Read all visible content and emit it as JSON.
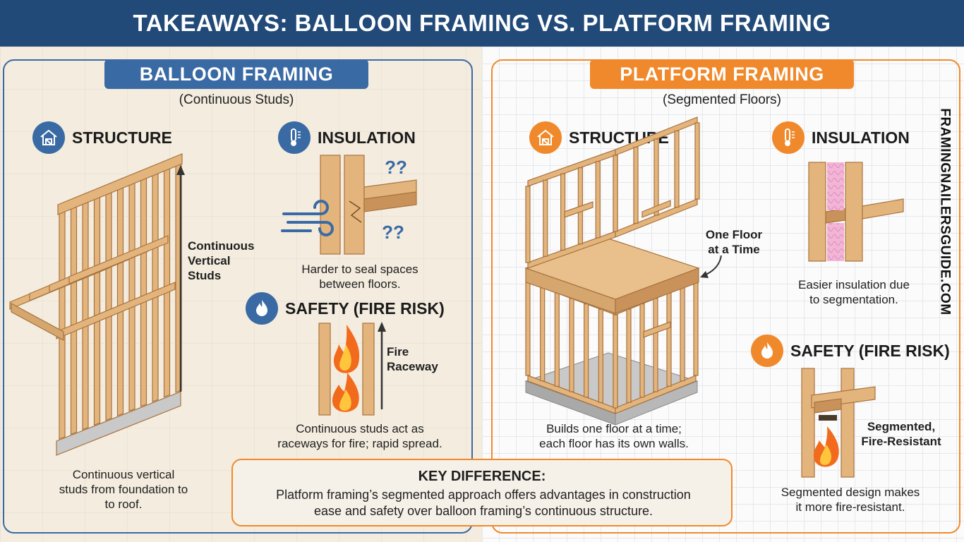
{
  "title": "TAKEAWAYS: BALLOON FRAMING VS. PLATFORM FRAMING",
  "balloon": {
    "title": "BALLOON FRAMING",
    "subtitle": "(Continuous Studs)",
    "structure": {
      "heading": "STRUCTURE",
      "annotation_lines": [
        "Continuous",
        "Vertical",
        "Studs"
      ],
      "caption_lines": [
        "Continuous vertical",
        "studs from foundation to",
        "to roof."
      ]
    },
    "insulation": {
      "heading": "INSULATION",
      "marks": [
        "??",
        "??"
      ],
      "caption_lines": [
        "Harder to seal spaces",
        "between floors."
      ]
    },
    "safety": {
      "heading": "SAFETY (FIRE RISK)",
      "annotation_lines": [
        "Fire",
        "Raceway"
      ],
      "caption_lines": [
        "Continuous studs act as",
        "raceways for fire; rapid spread."
      ]
    }
  },
  "platform": {
    "title": "PLATFORM FRAMING",
    "subtitle": "(Segmented Floors)",
    "structure": {
      "heading": "STRUCTURE",
      "annotation_lines": [
        "One Floor",
        "at a Time"
      ],
      "caption_lines": [
        "Builds one floor at a time;",
        "each floor has its own walls."
      ]
    },
    "insulation": {
      "heading": "INSULATION",
      "caption_lines": [
        "Easier insulation due",
        "to segmentation."
      ]
    },
    "safety": {
      "heading": "SAFETY (FIRE RISK)",
      "annotation_lines": [
        "Segmented,",
        "Fire-Resistant"
      ],
      "caption_lines": [
        "Segmented design makes",
        "it more fire-resistant."
      ]
    }
  },
  "key_difference": {
    "title": "KEY DIFFERENCE:",
    "body_lines": [
      "Platform framing’s segmented approach offers advantages in construction",
      "ease and safety over balloon framing’s continuous structure."
    ]
  },
  "brand": "FRAMINGNAILERSGUIDE.COM",
  "colors": {
    "title_bar": "#224a78",
    "balloon_accent": "#3a6aa4",
    "platform_accent": "#f0892b",
    "wood": "#e3b57d",
    "wood_edge": "#a8733f",
    "fire": "#f26b1d",
    "insulation": "#f2b5d6"
  },
  "icons": {
    "structure": "house-frame-icon",
    "insulation": "thermometer-icon",
    "safety": "flame-icon",
    "wind": "wind-icon"
  }
}
